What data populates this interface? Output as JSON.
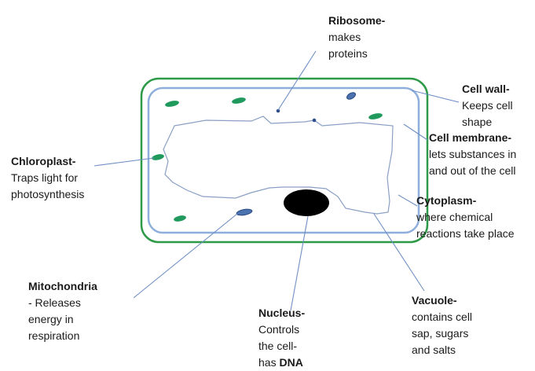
{
  "colors": {
    "cell_wall": "#2e9a48",
    "cell_membrane": "#8eaedc",
    "leader_line": "#6f8fc4",
    "chloroplast": "#1f9a5c",
    "mitochondria": "#4c72b0",
    "nucleus": "#000000",
    "ribosome": "#2f4f8a"
  },
  "labels": {
    "ribosome": {
      "title": "Ribosome-",
      "desc": [
        "makes",
        "proteins"
      ]
    },
    "cell_wall": {
      "title": "Cell wall-",
      "desc": [
        "Keeps cell",
        "shape"
      ]
    },
    "membrane": {
      "title": "Cell membrane-",
      "desc": [
        "lets substances in",
        "and out of the cell"
      ]
    },
    "chloroplast": {
      "title": "Chloroplast-",
      "desc": [
        "Traps light for",
        "photosynthesis"
      ]
    },
    "cytoplasm": {
      "title": "Cytoplasm-",
      "desc": [
        "where chemical",
        "reactions take place"
      ]
    },
    "mitochondria": {
      "title": "Mitochondria",
      "desc": [
        "- Releases",
        "energy in",
        "respiration"
      ]
    },
    "nucleus": {
      "title": "Nucleus-",
      "desc": [
        "Controls",
        "the cell-",
        "has"
      ],
      "desc_bold": "DNA"
    },
    "vacuole": {
      "title": "Vacuole-",
      "desc": [
        "contains cell",
        "sap, sugars",
        "and salts"
      ]
    }
  }
}
